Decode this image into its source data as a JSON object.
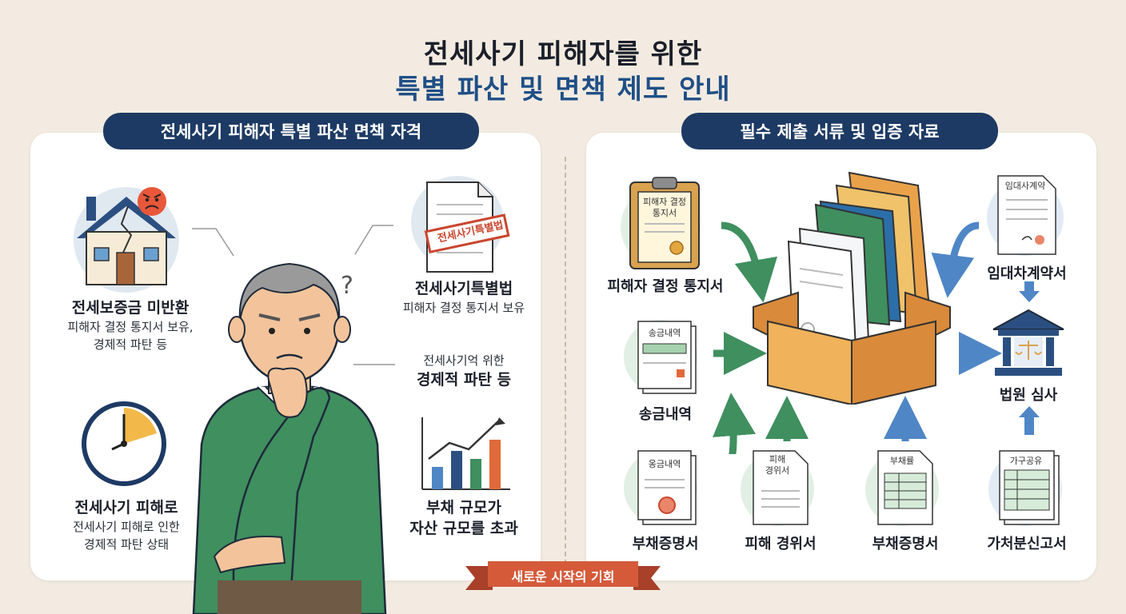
{
  "header": {
    "title_line1": "전세사기 피해자를 위한",
    "title_line2": "특별 파산 및 면책 제도 안내"
  },
  "left_panel": {
    "heading": "전세사기 피해자 특별 파산 면책 자격",
    "items": [
      {
        "title": "전세보증금 미반환",
        "desc_line1": "피해자 결정 통지서 보유,",
        "desc_line2": "경제적 파탄 등",
        "icon": "broken-house-icon"
      },
      {
        "title": "전세사기 피해로",
        "desc_line1": "전세사기 피해로 인한",
        "desc_line2": "경제적 파탄 상태",
        "icon": "clock-icon"
      },
      {
        "title": "전세사기특별법",
        "desc_line1": "피해자 결정 통지서 보유",
        "icon": "stamped-document-icon",
        "stamp_text": "전세사기특별법"
      },
      {
        "subtitle": "전세사기억 위한",
        "title": "경제적 파탄 등"
      },
      {
        "title_line1": "부채 규모가",
        "title_line2": "자산 규모를 초과",
        "icon": "bar-chart-icon"
      }
    ],
    "question_mark": "?"
  },
  "right_panel": {
    "heading": "필수 제출 서류 및 입증 자료",
    "documents": [
      {
        "label": "피해자 결정 통지서",
        "doc_text_line1": "피해자 결정",
        "doc_text_line2": "통지서",
        "icon": "clipboard-certificate-icon"
      },
      {
        "label": "송금내역",
        "doc_text": "송금내역",
        "icon": "remittance-doc-icon"
      },
      {
        "label": "부채증명서",
        "doc_text": "옹금내역",
        "icon": "debt-doc-icon"
      },
      {
        "label": "피해 경위서",
        "doc_text_line1": "피해",
        "doc_text_line2": "경위서",
        "icon": "damage-report-icon"
      },
      {
        "label": "부채증명서",
        "doc_text": "부채률",
        "icon": "debt-table-icon"
      },
      {
        "label": "가처분신고서",
        "doc_text": "가구공유",
        "icon": "disposition-doc-icon"
      },
      {
        "label": "임대차계약서",
        "doc_text": "임대사계약",
        "icon": "lease-contract-icon"
      }
    ],
    "court": {
      "label": "법원 심사",
      "icon": "courthouse-icon"
    }
  },
  "ribbon": {
    "text": "새로운 시작의 기회"
  },
  "colors": {
    "navy": "#1d3a64",
    "blue_title": "#1f4f86",
    "green": "#3f8f5f",
    "blue_arrow": "#4f86c6",
    "orange": "#e9a24a",
    "ribbon": "#d45a3a"
  }
}
